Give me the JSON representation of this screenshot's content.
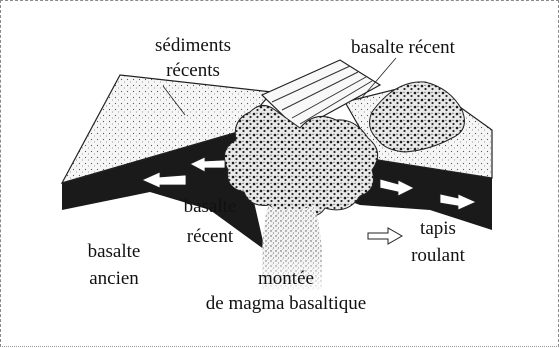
{
  "labels": {
    "sediments_line1": "sédiments",
    "sediments_line2": "récents",
    "basalte_recent_top": "basalte récent",
    "basalte_recent_mid_line1": "basalte",
    "basalte_recent_mid_line2": "récent",
    "basalte_ancien_line1": "basalte",
    "basalte_ancien_line2": "ancien",
    "montee_line1": "montée",
    "montee_line2": "de magma basaltique",
    "tapis_line1": "tapis",
    "tapis_line2": "roulant"
  },
  "colors": {
    "crust_dark": "#1a1a1a",
    "sediment_fill": "#f2f2f2",
    "arrow_fill": "#ffffff",
    "stroke": "#222222"
  },
  "icons": {
    "legend_arrow": "open-right-arrow-icon",
    "plate_arrows": "white-right-left-arrow-icon"
  }
}
